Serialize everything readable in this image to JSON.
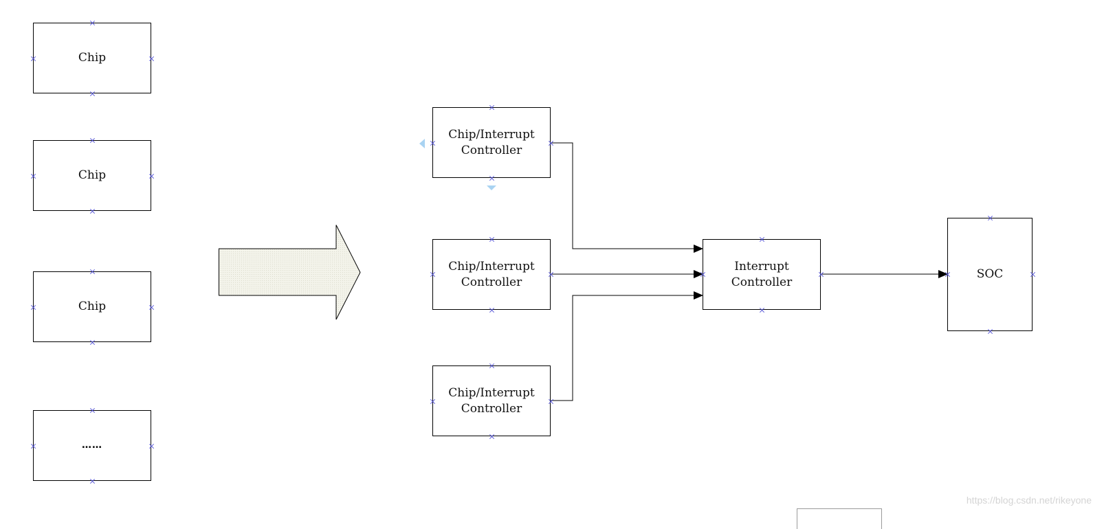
{
  "left_chips": [
    {
      "label": "Chip"
    },
    {
      "label": "Chip"
    },
    {
      "label": "Chip"
    },
    {
      "label": "……"
    }
  ],
  "controllers": [
    {
      "label": "Chip/Interrupt\nController"
    },
    {
      "label": "Chip/Interrupt\nController"
    },
    {
      "label": "Chip/Interrupt\nController"
    }
  ],
  "interrupt_controller": {
    "label": "Interrupt\nController"
  },
  "soc": {
    "label": "SOC"
  },
  "colors": {
    "stroke": "#000000",
    "connection_point": "#5656d8",
    "selection_handle": "#a9d3f2",
    "arrow_fill": "#f0f0e6",
    "watermark": "#d4d4d4"
  },
  "watermark": "https://blog.csdn.net/rikeyone"
}
